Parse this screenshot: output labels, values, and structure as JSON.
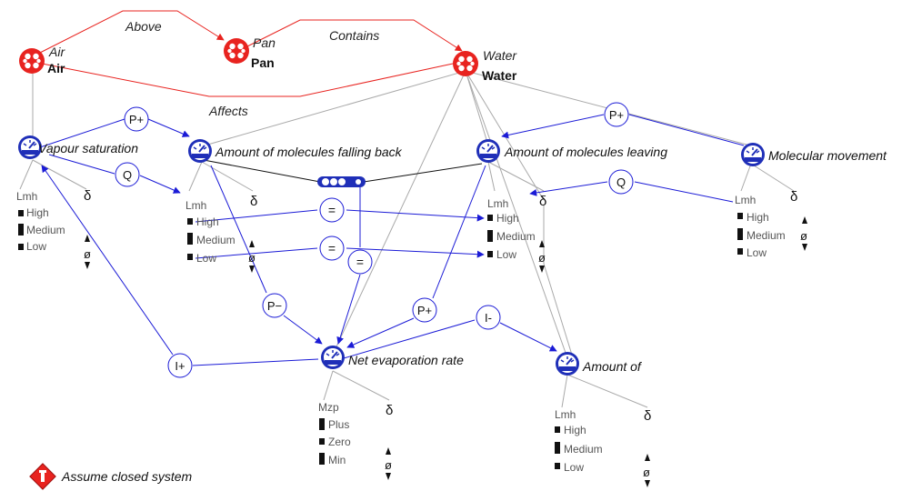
{
  "entities": {
    "air": {
      "name": "Air",
      "instance": "Air"
    },
    "pan": {
      "name": "Pan",
      "instance": "Pan"
    },
    "water": {
      "name": "Water",
      "instance": "Water"
    }
  },
  "configurations": {
    "above": "Above",
    "contains": "Contains",
    "affects": "Affects"
  },
  "quantities": {
    "vapour_saturation": {
      "name": "Vapour saturation",
      "space": "Lmh",
      "values": [
        "High",
        "Medium",
        "Low"
      ],
      "derivative": "δ",
      "derivative_value": "ø"
    },
    "falling_back": {
      "name": "Amount of molecules falling back",
      "space": "Lmh",
      "values": [
        "High",
        "Medium",
        "Low"
      ],
      "derivative": "δ",
      "derivative_value": "ø"
    },
    "leaving": {
      "name": "Amount of molecules leaving",
      "space": "Lmh",
      "values": [
        "High",
        "Medium",
        "Low"
      ],
      "derivative": "δ",
      "derivative_value": "ø"
    },
    "molecular_movement": {
      "name": "Molecular movement",
      "space": "Lmh",
      "values": [
        "High",
        "Medium",
        "Low"
      ],
      "derivative": "δ",
      "derivative_value": "ø"
    },
    "net_evaporation": {
      "name": "Net evaporation rate",
      "space": "Mzp",
      "values": [
        "Plus",
        "Zero",
        "Min"
      ],
      "derivative": "δ",
      "derivative_value": "ø"
    },
    "amount_of": {
      "name": "Amount of",
      "space": "Lmh",
      "values": [
        "High",
        "Medium",
        "Low"
      ],
      "derivative": "δ",
      "derivative_value": "ø"
    }
  },
  "dependencies": {
    "p_plus_1": "P+",
    "p_plus_2": "P+",
    "p_plus_3": "P+",
    "p_minus": "P−",
    "q_1": "Q",
    "q_2": "Q",
    "eq_1": "=",
    "eq_2": "=",
    "eq_3": "=",
    "i_plus": "I+",
    "i_minus": "I-"
  },
  "assumption": "Assume closed system",
  "colors": {
    "entity": "#e8231f",
    "config_line": "#e8231f",
    "dependency": "#1b1bd6",
    "quantity_icon": "#1f2fb8",
    "structure_line": "#a9a9a9",
    "value_text": "#555555"
  }
}
